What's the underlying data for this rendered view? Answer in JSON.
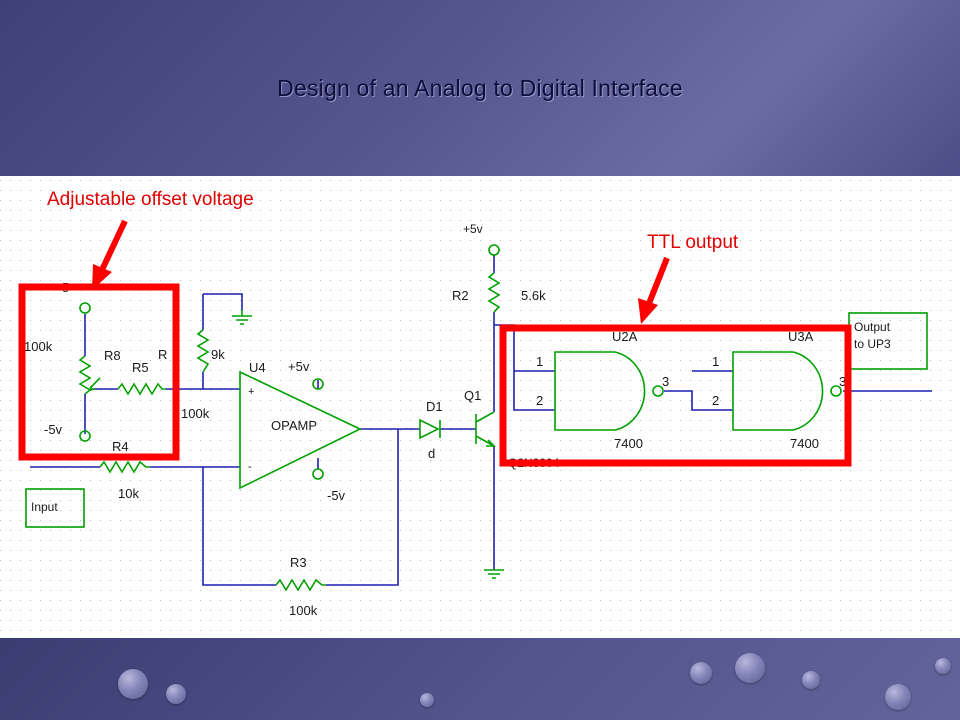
{
  "slide": {
    "title": "Design of an Analog to Digital Interface"
  },
  "annotations": {
    "offset": "Adjustable offset voltage",
    "ttl": "TTL output"
  },
  "components": {
    "pot_top_supply": "5",
    "pot_value": "100k",
    "pot_ref": "R8",
    "pot_bottom_supply": "-5v",
    "r5_ref": "R5",
    "r_label": "R",
    "r5_value": "100k",
    "r9k_value": "9k",
    "r4_ref": "R4",
    "r4_value": "10k",
    "input_label": "Input",
    "opamp_ref": "U4",
    "opamp_name": "OPAMP",
    "opamp_pos_supply": "+5v",
    "opamp_neg_supply": "-5v",
    "opamp_plus": "+",
    "opamp_minus": "-",
    "r3_ref": "R3",
    "r3_value": "100k",
    "d1_ref": "D1",
    "d1_value": "d",
    "q1_ref": "Q1",
    "q1_part": "Q2N3904",
    "r2_supply": "+5v",
    "r2_ref": "R2",
    "r2_value": "5.6k",
    "gate1_ref": "U2A",
    "gate1_part": "7400",
    "gate2_ref": "U3A",
    "gate2_part": "7400",
    "pin1": "1",
    "pin2": "2",
    "pin3": "3",
    "output_label_1": "Output",
    "output_label_2": "to UP3"
  },
  "colors": {
    "wire": "#1f1fb4",
    "part": "#00a000",
    "highlight": "#ff0000",
    "label": "#1a1a1a"
  }
}
